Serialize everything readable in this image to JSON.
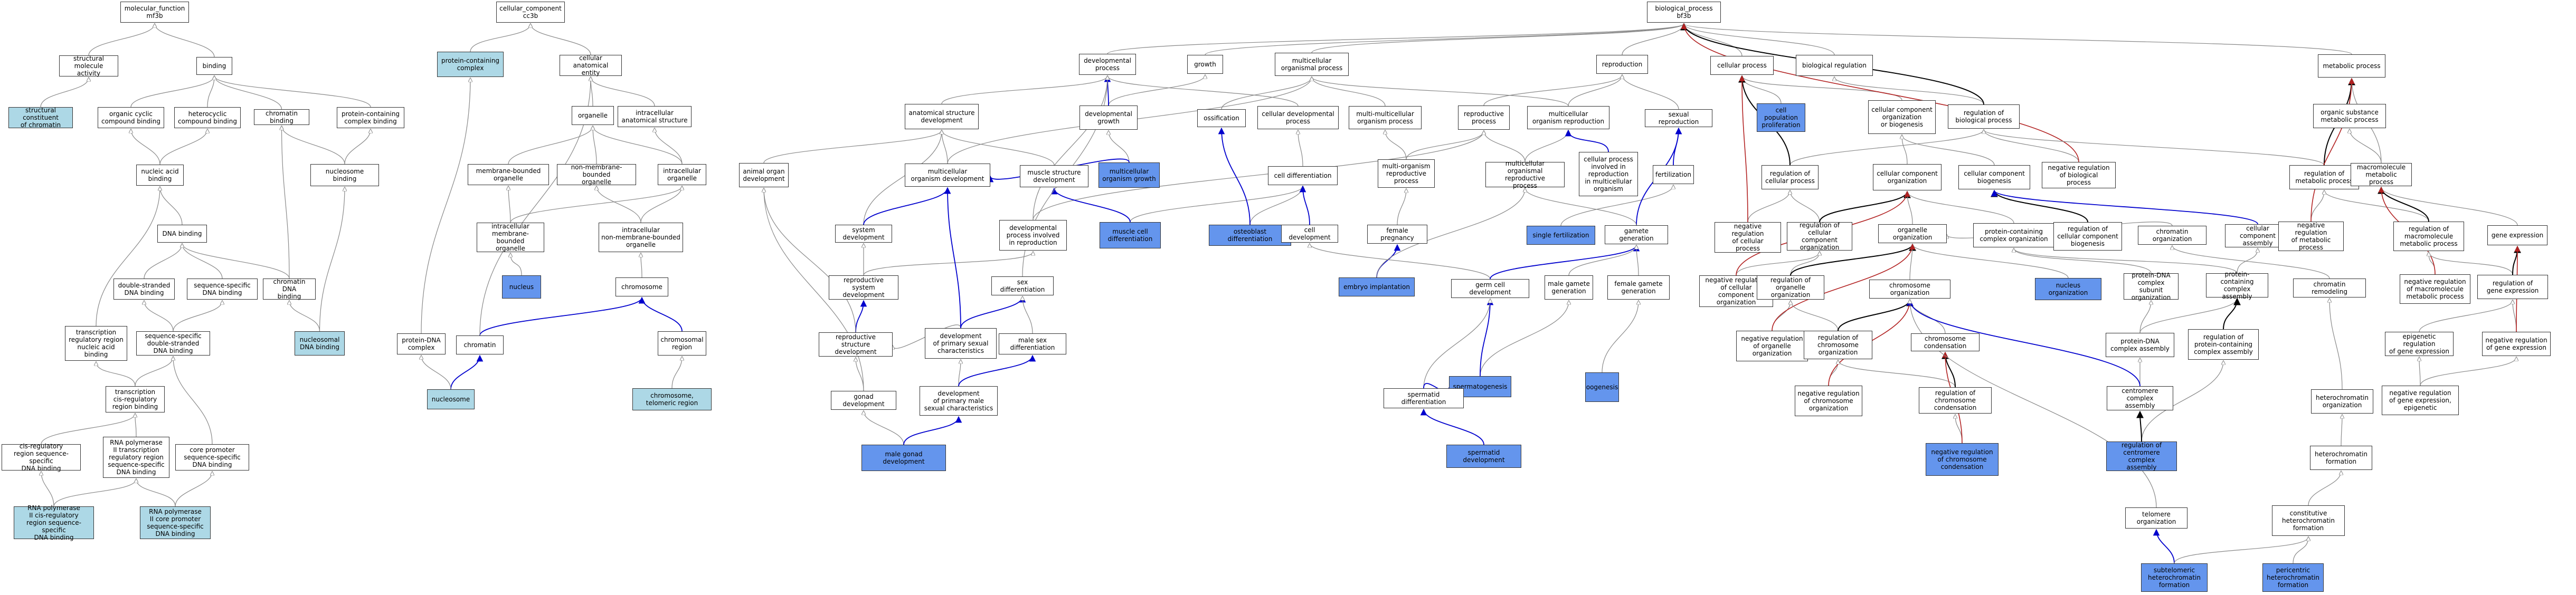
{
  "colors": {
    "default_fill": "#ffffff",
    "light_fill": "#add8e6",
    "blue_fill": "#6495ed",
    "is_a_edge": "#888888",
    "regulates_edge": "#000000",
    "negatively_regulates_edge": "#b22222",
    "part_of_edge": "#0000cd"
  },
  "nodes": {
    "mf": {
      "label": "molecular_function\nmf3b"
    },
    "cc": {
      "label": "cellular_component\ncc3b"
    },
    "bp": {
      "label": "biological_process\nbf3b"
    },
    "smact": {
      "label": "structural molecule\nactivity"
    },
    "binding": {
      "label": "binding"
    },
    "scchrom": {
      "label": "structural constituent\nof chromatin",
      "style": "light"
    },
    "orgcyc": {
      "label": "organic cyclic\ncompound binding"
    },
    "hetcyc": {
      "label": "heterocyclic\ncompound binding"
    },
    "chrbind": {
      "label": "chromatin binding"
    },
    "protcx": {
      "label": "protein-containing\ncomplex binding"
    },
    "nucacid": {
      "label": "nucleic acid\nbinding"
    },
    "nucbind": {
      "label": "nucleosome binding"
    },
    "dnab": {
      "label": "DNA binding"
    },
    "dsdna": {
      "label": "double-stranded\nDNA binding"
    },
    "seqdna": {
      "label": "sequence-specific\nDNA binding"
    },
    "chrdna": {
      "label": "chromatin DNA\nbinding"
    },
    "tfreg": {
      "label": "transcription\nregulatory region\nnucleic acid\nbinding"
    },
    "ssds": {
      "label": "sequence-specific\ndouble-stranded\nDNA binding"
    },
    "nucdna": {
      "label": "nucleosomal\nDNA binding",
      "style": "light"
    },
    "tcis": {
      "label": "transcription\ncis-regulatory\nregion binding"
    },
    "cisreg": {
      "label": "cis-regulatory\nregion sequence-specific\nDNA binding"
    },
    "rnap2": {
      "label": "RNA polymerase\nII transcription\nregulatory region\nsequence-specific\nDNA binding"
    },
    "coreprom": {
      "label": "core promoter\nsequence-specific\nDNA binding"
    },
    "rnap2cis": {
      "label": "RNA polymerase\nII cis-regulatory\nregion sequence-specific\nDNA binding",
      "style": "light"
    },
    "rnap2core": {
      "label": "RNA polymerase\nII core promoter\nsequence-specific\nDNA binding",
      "style": "light"
    },
    "pcc": {
      "label": "protein-containing\ncomplex",
      "style": "light"
    },
    "cae": {
      "label": "cellular anatomical\nentity"
    },
    "organelle": {
      "label": "organelle"
    },
    "intraorg": {
      "label": "intracellular\nanatomical structure"
    },
    "membound": {
      "label": "membrane-bounded\norganelle"
    },
    "nonmem": {
      "label": "non-membrane-bounded\norganelle"
    },
    "icorg": {
      "label": "intracellular\norganelle"
    },
    "icmem": {
      "label": "intracellular\nmembrane-bounded\norganelle"
    },
    "icnonmem": {
      "label": "intracellular\nnon-membrane-bounded\norganelle"
    },
    "nucleus": {
      "label": "nucleus",
      "style": "blue"
    },
    "chromosome": {
      "label": "chromosome"
    },
    "pdnacx": {
      "label": "protein-DNA\ncomplex"
    },
    "chromatin": {
      "label": "chromatin"
    },
    "chrregion": {
      "label": "chromosomal\nregion"
    },
    "nucleosome": {
      "label": "nucleosome",
      "style": "light"
    },
    "telomeric": {
      "label": "chromosome,\ntelomeric region",
      "style": "light"
    },
    "devproc": {
      "label": "developmental\nprocess"
    },
    "growth": {
      "label": "growth"
    },
    "mcop": {
      "label": "multicellular\norganismal process"
    },
    "repro": {
      "label": "reproduction"
    },
    "cellproc": {
      "label": "cellular process"
    },
    "bioreg": {
      "label": "biological regulation"
    },
    "asd": {
      "label": "anatomical structure\ndevelopment"
    },
    "devgrowth": {
      "label": "developmental\ngrowth"
    },
    "ossif": {
      "label": "ossification"
    },
    "celldevproc": {
      "label": "cellular developmental\nprocess"
    },
    "mcorgproc": {
      "label": "multi-multicellular\norganism process"
    },
    "reprproc": {
      "label": "reproductive\nprocess"
    },
    "mcorgrepr": {
      "label": "multicellular\norganism reproduction"
    },
    "sexrepr": {
      "label": "sexual reproduction"
    },
    "cellpopprol": {
      "label": "cell population\nproliferation",
      "style": "blue"
    },
    "ccob": {
      "label": "cellular component\norganization\nor biogenesis"
    },
    "regbio": {
      "label": "regulation of\nbiological process"
    },
    "negregbio": {
      "label": "negative regulation\nof biological\nprocess"
    },
    "metab": {
      "label": "metabolic process"
    },
    "orgsub": {
      "label": "organic substance\nmetabolic process"
    },
    "mcod": {
      "label": "multicellular\norganism development"
    },
    "musdev": {
      "label": "muscle structure\ndevelopment"
    },
    "mcogrowth": {
      "label": "multicellular\norganism growth",
      "style": "blue"
    },
    "celldiff": {
      "label": "cell differentiation"
    },
    "mopreproc": {
      "label": "multi-organism\nreproductive\nprocess"
    },
    "mcreproc": {
      "label": "multicellular\norganismal reproductive\nprocess"
    },
    "cpirep": {
      "label": "cellular process\ninvolved in\nreproduction\nin multicellular\norganism"
    },
    "fert": {
      "label": "fertilization"
    },
    "regcell": {
      "label": "regulation of\ncellular process"
    },
    "ccorg": {
      "label": "cellular component\norganization"
    },
    "ccbio": {
      "label": "cellular component\nbiogenesis"
    },
    "regmet": {
      "label": "regulation of\nmetabolic process"
    },
    "macromet": {
      "label": "macromolecule\nmetabolic process"
    },
    "animorg": {
      "label": "animal organ\ndevelopment"
    },
    "sysdev": {
      "label": "system development"
    },
    "devinrep": {
      "label": "developmental\nprocess involved\nin reproduction"
    },
    "muscdiff": {
      "label": "muscle cell\ndifferentiation",
      "style": "blue"
    },
    "osteo": {
      "label": "osteoblast differentiation",
      "style": "blue"
    },
    "celldev": {
      "label": "cell development"
    },
    "fpreg": {
      "label": "female pregnancy"
    },
    "singfert": {
      "label": "single fertilization",
      "style": "blue"
    },
    "gamgen": {
      "label": "gamete generation"
    },
    "negregcell": {
      "label": "negative regulation\nof cellular\nprocess"
    },
    "regcco": {
      "label": "regulation of\ncellular component\norganization"
    },
    "orgorg": {
      "label": "organelle organization"
    },
    "pcco": {
      "label": "protein-containing\ncomplex organization"
    },
    "regccb": {
      "label": "regulation of\ncellular component\nbiogenesis"
    },
    "chromorg": {
      "label": "chromatin organization"
    },
    "ccassem": {
      "label": "cellular component\nassembly"
    },
    "negregmet": {
      "label": "negative regulation\nof metabolic\nprocess"
    },
    "regmacro": {
      "label": "regulation of\nmacromolecule\nmetabolic process"
    },
    "geneexp": {
      "label": "gene expression"
    },
    "rsd": {
      "label": "reproductive\nsystem development"
    },
    "sexdiff": {
      "label": "sex differentiation"
    },
    "embimpl": {
      "label": "embryo implantation",
      "style": "blue"
    },
    "gcdev": {
      "label": "germ cell development"
    },
    "mgg": {
      "label": "male gamete\ngeneration"
    },
    "fgg": {
      "label": "female gamete\ngeneration"
    },
    "negregcco": {
      "label": "negative regulation\nof cellular\ncomponent organization"
    },
    "regorgorg": {
      "label": "regulation of\norganelle organization"
    },
    "chromoorg": {
      "label": "chromosome organization"
    },
    "nucorg": {
      "label": "nucleus organization",
      "style": "blue"
    },
    "pdnacxsub": {
      "label": "protein-DNA\ncomplex subunit\norganization"
    },
    "pccassem": {
      "label": "protein-containing\ncomplex assembly"
    },
    "chromrem": {
      "label": "chromatin remodeling"
    },
    "negregmacro": {
      "label": "negative regulation\nof macromolecule\nmetabolic process"
    },
    "reggeneexp": {
      "label": "regulation of\ngene expression"
    },
    "rsdev": {
      "label": "reproductive\nstructure development"
    },
    "devpsc": {
      "label": "development\nof primary sexual\ncharacteristics"
    },
    "msd": {
      "label": "male sex differentiation"
    },
    "spermatog": {
      "label": "spermatogenesis",
      "style": "blue"
    },
    "oogen": {
      "label": "oogenesis",
      "style": "blue"
    },
    "negregoo": {
      "label": "negative regulation\nof organelle\norganization"
    },
    "regchromorg": {
      "label": "regulation of\nchromosome organization"
    },
    "chromcond": {
      "label": "chromosome condensation"
    },
    "pdnaassem": {
      "label": "protein-DNA\ncomplex assembly"
    },
    "regpcca": {
      "label": "regulation of\nprotein-containing\ncomplex assembly"
    },
    "epireg": {
      "label": "epigenetic regulation\nof gene expression"
    },
    "negreggene": {
      "label": "negative regulation\nof gene expression"
    },
    "gonaddev": {
      "label": "gonad development"
    },
    "devpmsc": {
      "label": "development\nof primary male\nsexual characteristics"
    },
    "spdiff": {
      "label": "spermatid differentiation"
    },
    "negregco": {
      "label": "negative regulation\nof chromosome\norganization"
    },
    "regcc": {
      "label": "regulation of\nchromosome condensation"
    },
    "centassem": {
      "label": "centromere complex\nassembly"
    },
    "hetorg": {
      "label": "heterochromatin\norganization"
    },
    "negregepi": {
      "label": "negative regulation\nof gene expression,\nepigenetic"
    },
    "malegonad": {
      "label": "male gonad development",
      "style": "blue"
    },
    "spdev": {
      "label": "spermatid development",
      "style": "blue"
    },
    "negregcc": {
      "label": "negative regulation\nof chromosome\ncondensation",
      "style": "blue"
    },
    "regcentassem": {
      "label": "regulation of\ncentromere complex\nassembly",
      "style": "blue"
    },
    "hetform": {
      "label": "heterochromatin\nformation"
    },
    "constihet": {
      "label": "constitutive\nheterochromatin\nformation"
    },
    "telorg": {
      "label": "telomere organization"
    },
    "subtelo": {
      "label": "subtelomeric\nheterochromatin\nformation",
      "style": "blue"
    },
    "pericent": {
      "label": "pericentric\nheterochromatin\nformation",
      "style": "blue"
    }
  }
}
